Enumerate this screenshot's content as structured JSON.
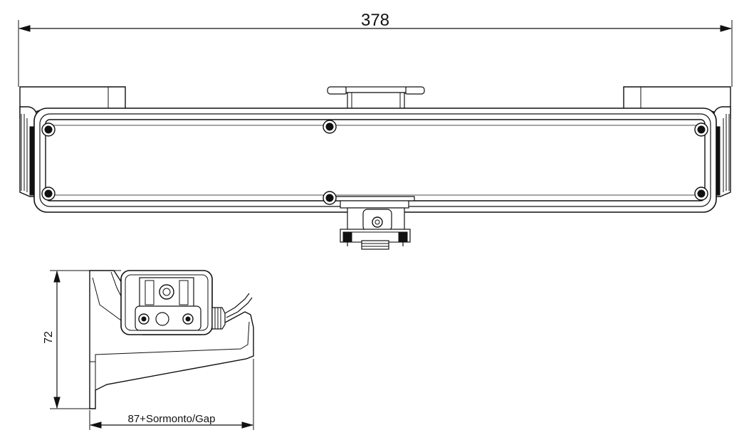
{
  "dimensions": {
    "width_label": "378",
    "height_label": "72",
    "depth_label": "87+Sormonto/Gap"
  },
  "views": {
    "front": "front-view",
    "side": "side-view"
  }
}
